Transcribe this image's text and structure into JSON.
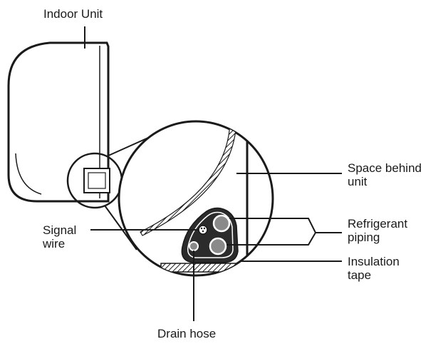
{
  "labels": {
    "indoor_unit": "Indoor Unit",
    "space_behind": {
      "line1": "Space behind",
      "line2": "unit"
    },
    "refrigerant": {
      "line1": "Refrigerant",
      "line2": "piping"
    },
    "signal": {
      "line1": "Signal",
      "line2": "wire"
    },
    "insulation": {
      "line1": "Insulation",
      "line2": "tape"
    },
    "drain": "Drain hose"
  },
  "colors": {
    "stroke": "#1a1a1a",
    "unit_fill": "#ffffff",
    "insulation_bundle": "#2b2b2b",
    "pipe_fill": "#8a8a8a",
    "hatch": "#1a1a1a"
  }
}
